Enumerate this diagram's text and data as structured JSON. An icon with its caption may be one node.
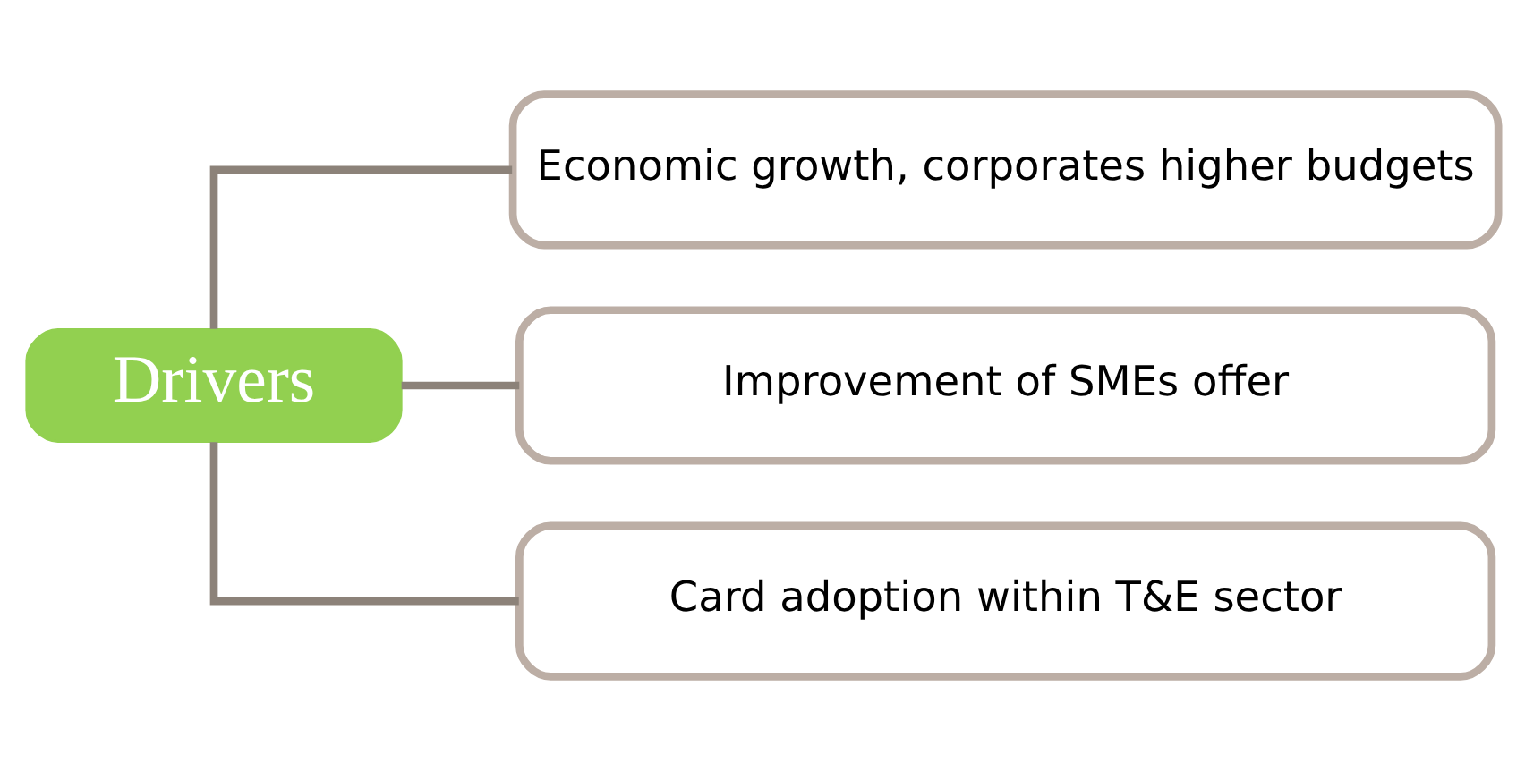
{
  "diagram": {
    "nodes": [
      {
        "text": [
          "Drivers"
        ]
      },
      {
        "text": [
          "Economic growth, corporates higher budgets"
        ]
      },
      {
        "text": [
          "Improvement of SMEs offer"
        ]
      },
      {
        "text": [
          "Card adoption within T&E sector"
        ]
      }
    ],
    "edges": [
      {
        "from": 0,
        "to": 1,
        "arrow": "none"
      },
      {
        "from": 0,
        "to": 2,
        "arrow": "none"
      },
      {
        "from": 0,
        "to": 3,
        "arrow": "none"
      }
    ]
  }
}
